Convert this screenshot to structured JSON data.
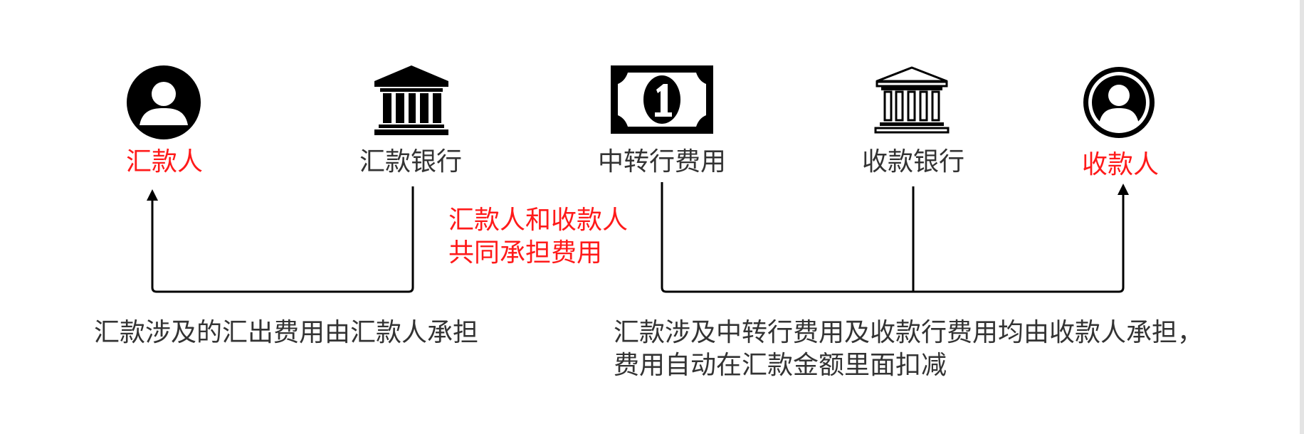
{
  "colors": {
    "highlight": "#ff1a1a",
    "text": "#333333",
    "stroke": "#000000"
  },
  "nodes": {
    "remitter": {
      "icon": "person-icon",
      "label": "汇款人"
    },
    "remitting_bank": {
      "icon": "bank-filled-icon",
      "label": "汇款银行"
    },
    "intermediary_fee": {
      "icon": "banknote-icon",
      "label": "中转行费用"
    },
    "receiving_bank": {
      "icon": "bank-outline-icon",
      "label": "收款银行"
    },
    "payee": {
      "icon": "person-circle-icon",
      "label": "收款人"
    }
  },
  "notes": {
    "shared": {
      "line1": "汇款人和收款人",
      "line2": "共同承担费用"
    },
    "left": {
      "line1": "汇款涉及的汇出费用由汇款人承担"
    },
    "right": {
      "line1": "汇款涉及中转行费用及收款行费用均由收款人承担，",
      "line2": "费用自动在汇款金额里面扣减"
    }
  }
}
